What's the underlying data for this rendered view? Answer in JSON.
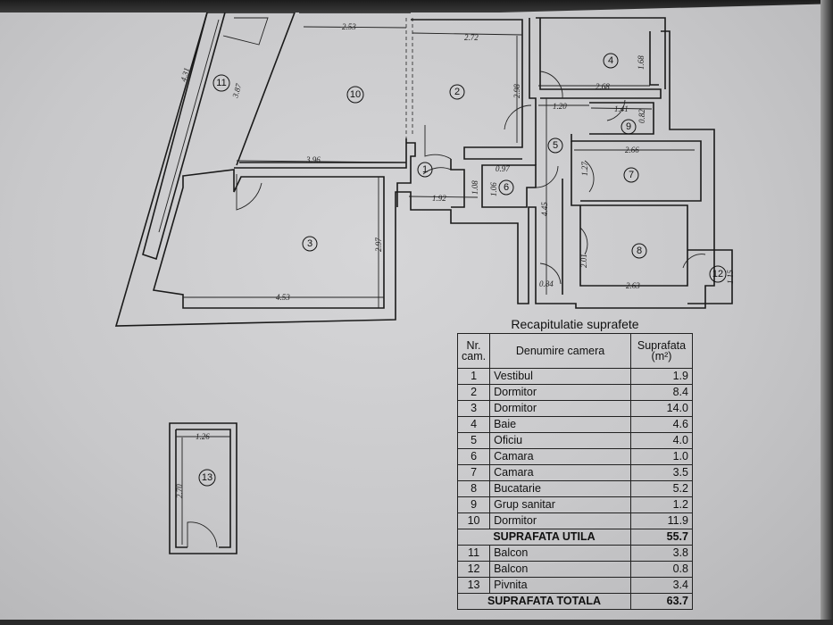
{
  "table": {
    "title": "Recapitulatie suprafete",
    "headers": {
      "nr": "Nr. cam.",
      "name": "Denumire camera",
      "area": "Suprafata (m²)"
    },
    "rooms": [
      {
        "nr": "1",
        "name": "Vestibul",
        "area": "1.9"
      },
      {
        "nr": "2",
        "name": "Dormitor",
        "area": "8.4"
      },
      {
        "nr": "3",
        "name": "Dormitor",
        "area": "14.0"
      },
      {
        "nr": "4",
        "name": "Baie",
        "area": "4.6"
      },
      {
        "nr": "5",
        "name": "Oficiu",
        "area": "4.0"
      },
      {
        "nr": "6",
        "name": "Camara",
        "area": "1.0"
      },
      {
        "nr": "7",
        "name": "Camara",
        "area": "3.5"
      },
      {
        "nr": "8",
        "name": "Bucatarie",
        "area": "5.2"
      },
      {
        "nr": "9",
        "name": "Grup sanitar",
        "area": "1.2"
      },
      {
        "nr": "10",
        "name": "Dormitor",
        "area": "11.9"
      }
    ],
    "utila": {
      "label": "SUPRAFATA UTILA",
      "area": "55.7"
    },
    "extras": [
      {
        "nr": "11",
        "name": "Balcon",
        "area": "3.8"
      },
      {
        "nr": "12",
        "name": "Balcon",
        "area": "0.8"
      },
      {
        "nr": "13",
        "name": "Pivnita",
        "area": "3.4"
      }
    ],
    "totala": {
      "label": "SUPRAFATA TOTALA",
      "area": "63.7"
    }
  },
  "plan": {
    "room_numbers": [
      "1",
      "2",
      "3",
      "4",
      "5",
      "6",
      "7",
      "8",
      "9",
      "10",
      "11",
      "12",
      "13"
    ],
    "dimensions": [
      "2.53",
      "2.72",
      "4.31",
      "3.87",
      "3.96",
      "2.98",
      "2.68",
      "1.20",
      "1.41",
      "0.82",
      "1.68",
      "2.66",
      "1.27",
      "0.97",
      "1.08",
      "1.06",
      "1.92",
      "4.45",
      "2.97",
      "4.53",
      "2.01",
      "0.84",
      "2.63",
      "1.15",
      "1.26",
      "2.70"
    ]
  }
}
